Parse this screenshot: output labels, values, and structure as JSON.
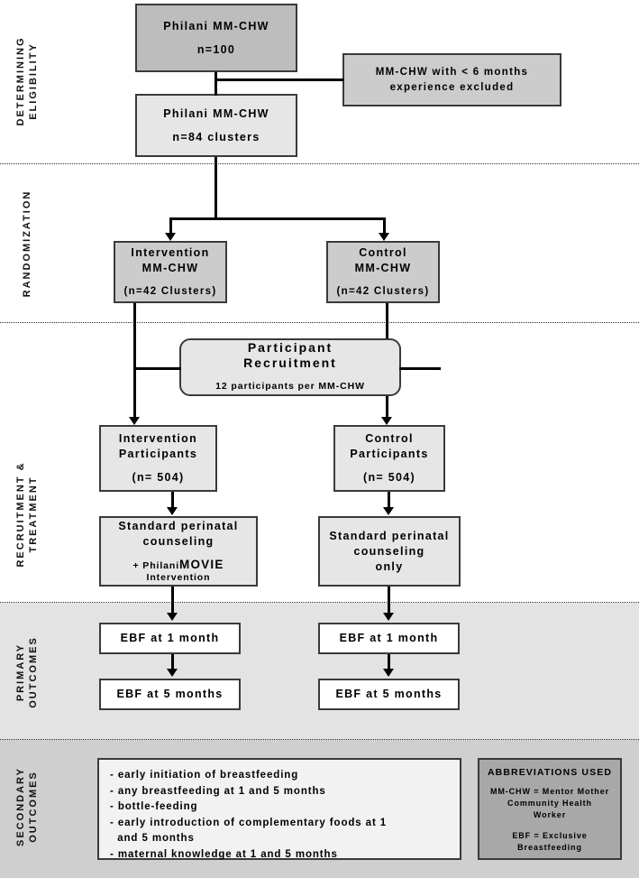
{
  "title": "Philani MM-CHW cluster randomized trial CONSORT flow diagram",
  "sections": [
    {
      "key": "eligibility",
      "label": "DETERMINING\nELIGIBILITY"
    },
    {
      "key": "randomization",
      "label": "RANDOMIZATION"
    },
    {
      "key": "recruitment",
      "label": "RECRUITMENT &\nTREATMENT"
    },
    {
      "key": "primary",
      "label": "PRIMARY\nOUTCOMES"
    },
    {
      "key": "secondary",
      "label": "SECONDARY\nOUTCOMES"
    }
  ],
  "boxes": {
    "enrolled": {
      "line1": "Philani MM-CHW",
      "line2": "n=100"
    },
    "excluded": {
      "line1": "MM-CHW with < 6 months",
      "line2": "experience excluded"
    },
    "eligible": {
      "line1": "Philani  MM-CHW",
      "line2": "n=84 clusters"
    },
    "intervention_chw": {
      "line1": "Intervention",
      "line2": "MM-CHW",
      "line3": "(n=42 Clusters)"
    },
    "control_chw": {
      "line1": "Control",
      "line2": "MM-CHW",
      "line3": "(n=42 Clusters)"
    },
    "recruitment": {
      "line1": "Participant",
      "line2": "Recruitment",
      "line3": "12 participants per MM-CHW"
    },
    "intervention_participants": {
      "line1": "Intervention",
      "line2": "Participants",
      "line3": "(n= 504)"
    },
    "control_participants": {
      "line1": "Control",
      "line2": "Participants",
      "line3": "(n= 504)"
    },
    "intervention_treatment": {
      "line1": "Standard perinatal",
      "line2": "counseling",
      "line3a": "+ Philani ",
      "line3b": "MOVIE",
      "line4": "Intervention"
    },
    "control_treatment": {
      "line1": "Standard perinatal",
      "line2": "counseling",
      "line3": "only"
    },
    "ebf1_intervention": {
      "line1": "EBF at 1 month"
    },
    "ebf5_intervention": {
      "line1": "EBF at 5 months"
    },
    "ebf1_control": {
      "line1": "EBF at 1 month"
    },
    "ebf5_control": {
      "line1": "EBF at 5 months"
    }
  },
  "secondary_outcomes": [
    "- early initiation of breastfeeding",
    "- any breastfeeding at 1 and 5 months",
    "- bottle-feeding",
    "- early introduction of complementary foods at 1\n  and 5 months",
    "- maternal knowledge at 1 and 5 months"
  ],
  "abbreviations": {
    "title": "ABBREVIATIONS USED",
    "entry1": "MM-CHW = Mentor Mother\nCommunity Health\nWorker",
    "entry2": "EBF = Exclusive\nBreastfeeding"
  },
  "colors": {
    "box_dark": "#bdbdbd",
    "box_mid": "#cccccc",
    "box_light": "#e6e6e6",
    "box_white": "#ffffff",
    "abbr_fill": "#a8a8a8",
    "band_primary": "#e3e3e3",
    "band_secondary": "#cfcfcf",
    "border": "#3a3a3a",
    "connector": "#000000"
  }
}
